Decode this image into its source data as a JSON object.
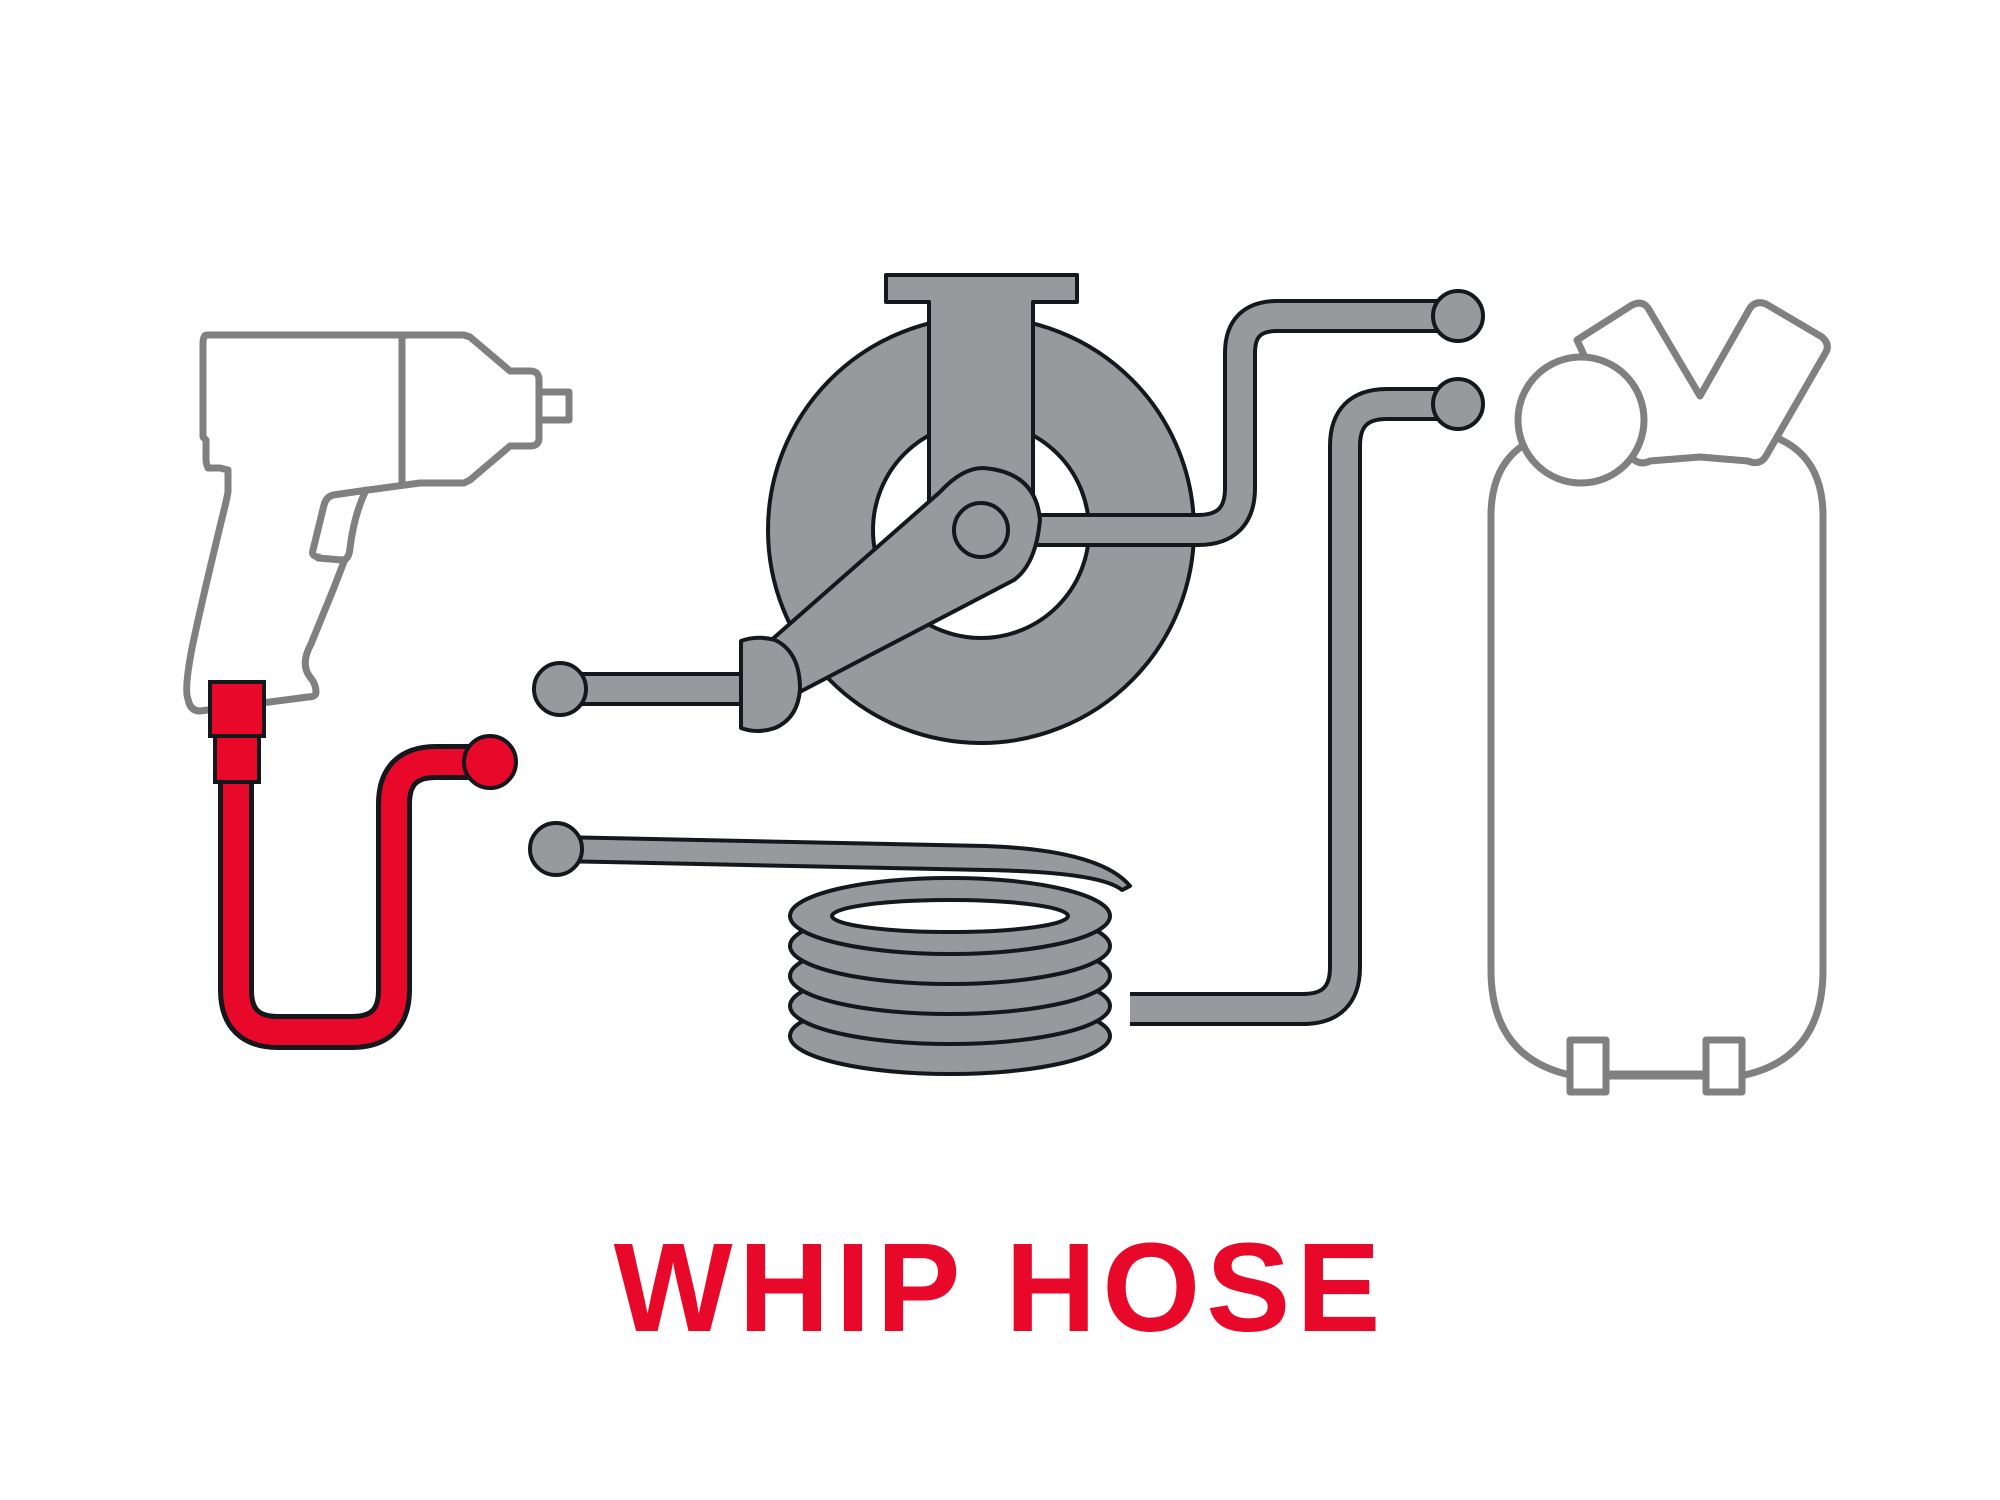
{
  "caption": "WHIP HOSE",
  "colors": {
    "highlight": "#e8092a",
    "hose_fill": "#97999c",
    "outline": "#14171c",
    "light_outline": "#808080",
    "background": "#ffffff"
  },
  "components": [
    {
      "name": "impact-wrench-icon",
      "highlighted": false
    },
    {
      "name": "whip-hose",
      "highlighted": true
    },
    {
      "name": "hose-reel-icon",
      "highlighted": false
    },
    {
      "name": "coiled-air-hose",
      "highlighted": false
    },
    {
      "name": "air-compressor-tank-icon",
      "highlighted": false
    }
  ]
}
